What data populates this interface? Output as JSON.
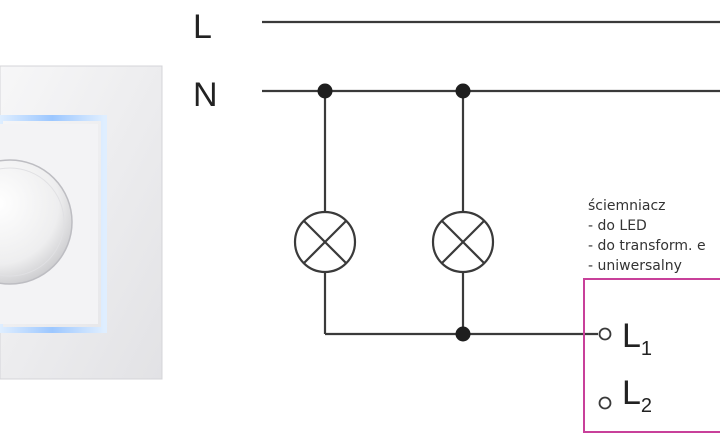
{
  "rails": {
    "line_label": "L",
    "neutral_label": "N"
  },
  "dimmer_notes": {
    "title": "ściemniacz",
    "items": [
      "- do LED",
      "- do transform. e",
      "- uniwersalny"
    ]
  },
  "terminals": {
    "t1_main": "L",
    "t1_sub": "1",
    "t2_main": "L",
    "t2_sub": "2"
  },
  "colors": {
    "wire": "#3a3a3a",
    "dimmer_box": "#c8409a",
    "plate": "#f0f0f2",
    "led_glow": "#b9d8ff"
  }
}
